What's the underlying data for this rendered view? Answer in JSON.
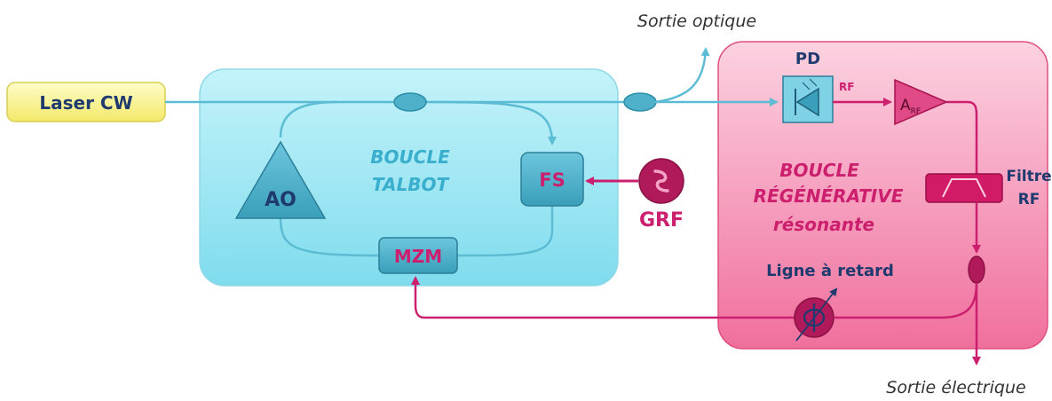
{
  "laser": {
    "label": "Laser CW"
  },
  "talbot_loop": {
    "title_line1": "BOUCLE",
    "title_line2": "TALBOT"
  },
  "components": {
    "ao": "AO",
    "fs": "FS",
    "mzm": "MZM",
    "grf": "GRF",
    "pd": "PD",
    "rf": "RF",
    "amp_main": "A",
    "amp_sub": "RF",
    "filter_line1": "Filtre",
    "filter_line2": "RF",
    "delay_line": "Ligne à retard"
  },
  "regen_loop": {
    "line1": "BOUCLE",
    "line2": "RÉGÉNÉRATIVE",
    "line3": "résonante"
  },
  "outputs": {
    "optical": "Sortie optique",
    "electrical": "Sortie électrique"
  },
  "colors": {
    "optical": "#5bbcd4",
    "electrical": "#cc1f6e",
    "talbot_fill": "#8fe3f1",
    "regen_fill": "#f58bb0",
    "laser_fill": "#fbf59a",
    "component_fill": "#4fb1c9",
    "text_dark": "#1f3a6e"
  }
}
